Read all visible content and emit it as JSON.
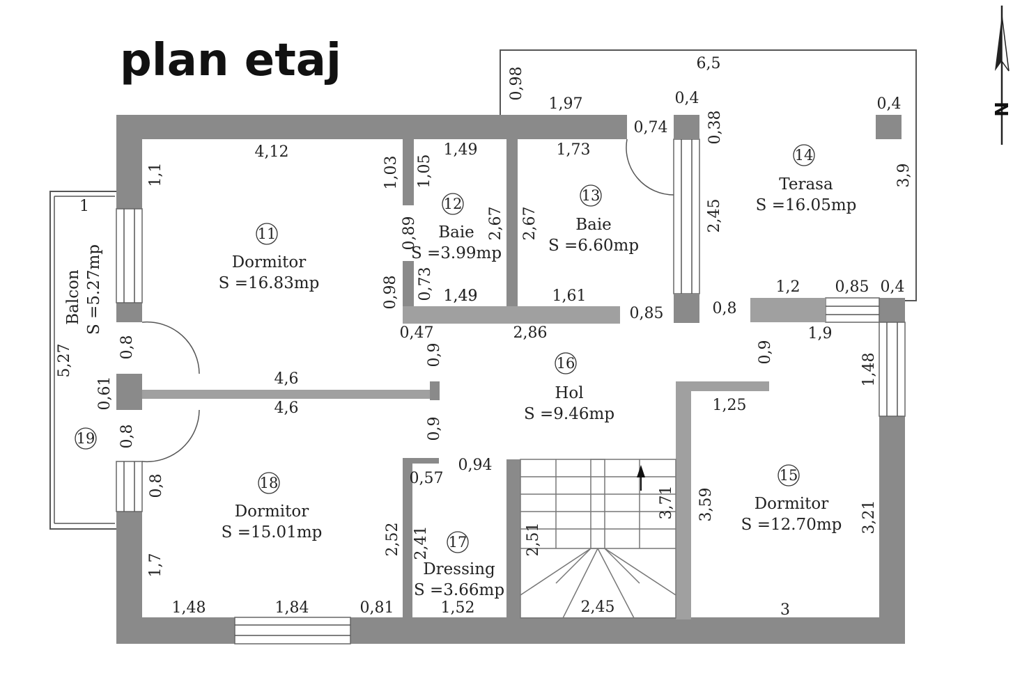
{
  "title": "plan etaj",
  "north_label": "N",
  "rooms": [
    {
      "num": "11",
      "name": "Dormitor",
      "area": "S =16.83mp"
    },
    {
      "num": "12",
      "name": "Baie",
      "area": "S =3.99mp"
    },
    {
      "num": "13",
      "name": "Baie",
      "area": "S =6.60mp"
    },
    {
      "num": "14",
      "name": "Terasa",
      "area": "S =16.05mp"
    },
    {
      "num": "15",
      "name": "Dormitor",
      "area": "S =12.70mp"
    },
    {
      "num": "16",
      "name": "Hol",
      "area": "S =9.46mp"
    },
    {
      "num": "17",
      "name": "Dressing",
      "area": "S =3.66mp"
    },
    {
      "num": "18",
      "name": "Dormitor",
      "area": "S =15.01mp"
    },
    {
      "num": "19",
      "name": "Balcon",
      "area": "S =5.27mp"
    }
  ],
  "dimensions": [
    "6,5",
    "0,98",
    "1,97",
    "0,4",
    "0,74",
    "0,38",
    "0,4",
    "4,12",
    "1,03",
    "1,05",
    "1,49",
    "1,73",
    "1,1",
    "1",
    "3,9",
    "2,67",
    "2,67",
    "2,45",
    "0,89",
    "1,49",
    "0,73",
    "0,98",
    "1,49",
    "1,61",
    "0,85",
    "0,8",
    "1,2",
    "0,85",
    "0,4",
    "0,47",
    "2,86",
    "1,9",
    "5,27",
    "0,8",
    "0,9",
    "0,9",
    "4,6",
    "4,6",
    "0,61",
    "1,25",
    "1,48",
    "0,8",
    "0,9",
    "0,94",
    "0,57",
    "0,8",
    "3,71",
    "3,59",
    "3,21",
    "2,52",
    "2,41",
    "2,51",
    "1,7",
    "1,48",
    "1,84",
    "0,81",
    "1,52",
    "2,45",
    "3"
  ]
}
